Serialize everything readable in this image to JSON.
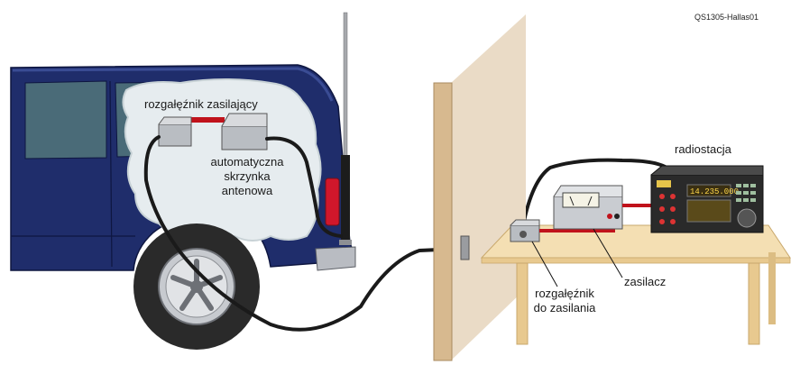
{
  "figure_id": "QS1305-Hallas01",
  "labels": {
    "power_splitter_car": "rozgałęźnik zasilający",
    "antenna_tuner": [
      "automatyczna",
      "skrzynka",
      "antenowa"
    ],
    "radio": "radiostacja",
    "power_supply": "zasilacz",
    "power_splitter_table": [
      "rozgałęźnik",
      "do zasilania"
    ]
  },
  "radio_display": "14.235.000",
  "colors": {
    "car_body": "#1f2d6b",
    "car_window": "#4a6b78",
    "cloud_interior": "#e6ecef",
    "wall": "#d7b98f",
    "wall_shadow": "#eadbc6",
    "table_top": "#f4dfb3",
    "table_legs": "#e8c98f",
    "cable": "#1a1a1a",
    "red_cable": "#c0121b",
    "radio_panel": "#2a2a2a"
  }
}
